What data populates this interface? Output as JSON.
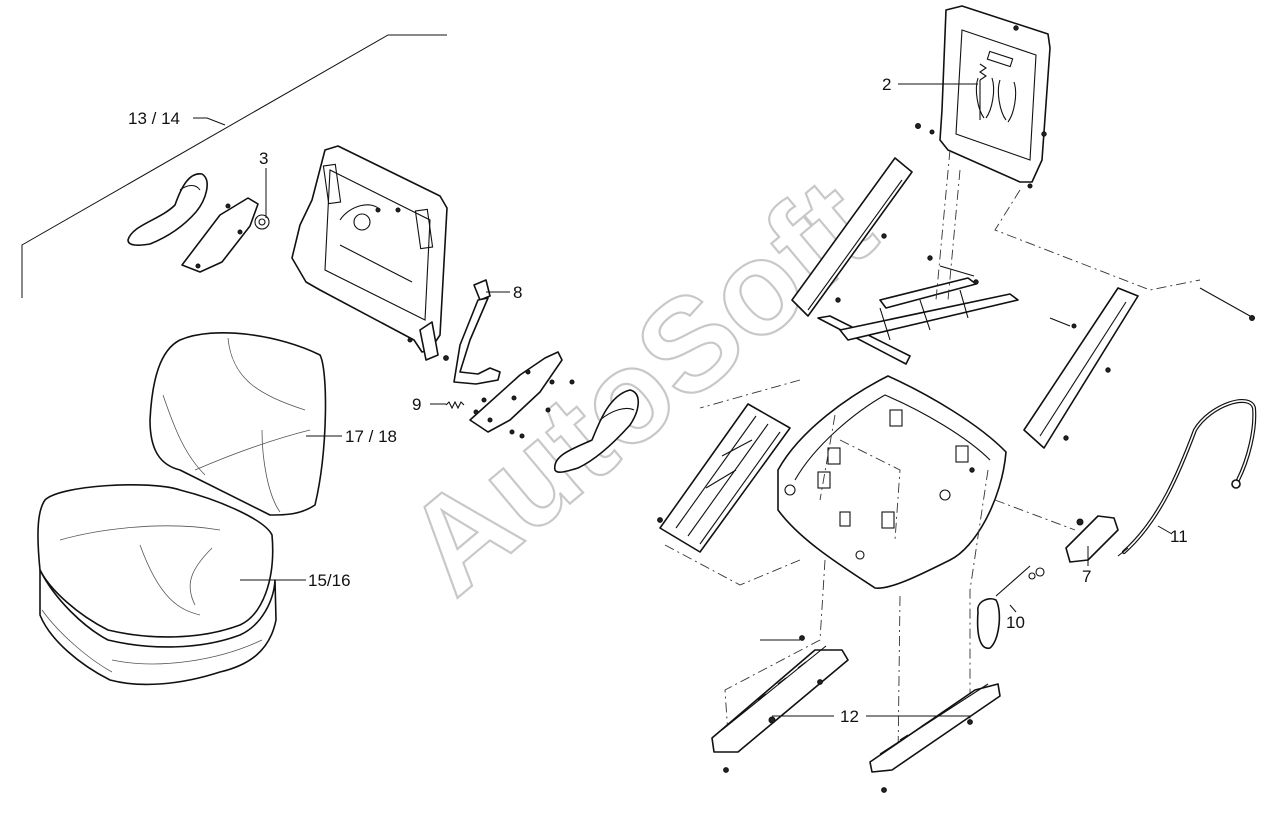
{
  "watermark": "AutoSoft",
  "callouts": {
    "c2": "2",
    "c3": "3",
    "c7": "7",
    "c8": "8",
    "c9": "9",
    "c10": "10",
    "c11": "11",
    "c12": "12",
    "c13_14": "13 / 14",
    "c15_16": "15/16",
    "c17_18": "17 / 18"
  },
  "colors": {
    "line": "#111111",
    "watermark": "#c8c8c8",
    "background": "#ffffff"
  }
}
